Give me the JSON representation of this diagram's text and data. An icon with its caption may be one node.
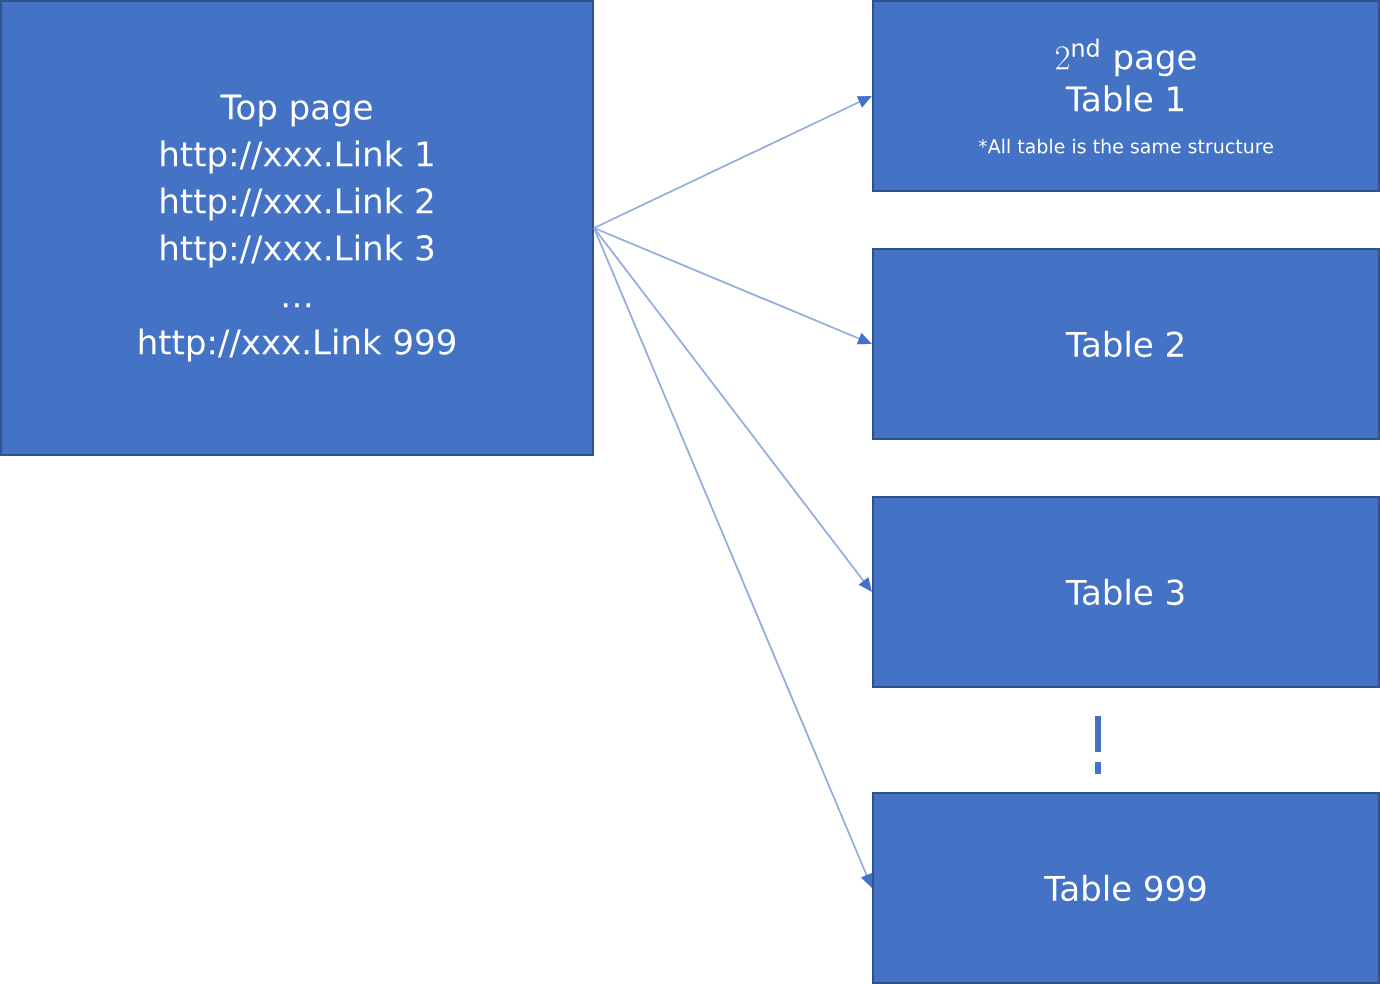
{
  "diagram": {
    "nodes": [
      {
        "text": [
          "Top page",
          "http://xxx.Link 1",
          "http://xxx.Link 2",
          "http://xxx.Link 3",
          "…",
          "http://xxx.Link 999"
        ]
      },
      {
        "text": [
          "2^{\\mathrm{nd}}\\ \\mathrm{page}",
          "Table 1",
          "*All table is the same structure"
        ]
      },
      {
        "text": [
          "Table 2"
        ]
      },
      {
        "text": [
          "Table 3"
        ]
      },
      {
        "text": [
          "Table 999"
        ]
      }
    ],
    "edges": [
      {
        "from": 0,
        "to": 1,
        "arrow": "to"
      },
      {
        "from": 0,
        "to": 2,
        "arrow": "to"
      },
      {
        "from": 0,
        "to": 3,
        "arrow": "to"
      },
      {
        "from": 0,
        "to": 4,
        "arrow": "to"
      }
    ]
  }
}
